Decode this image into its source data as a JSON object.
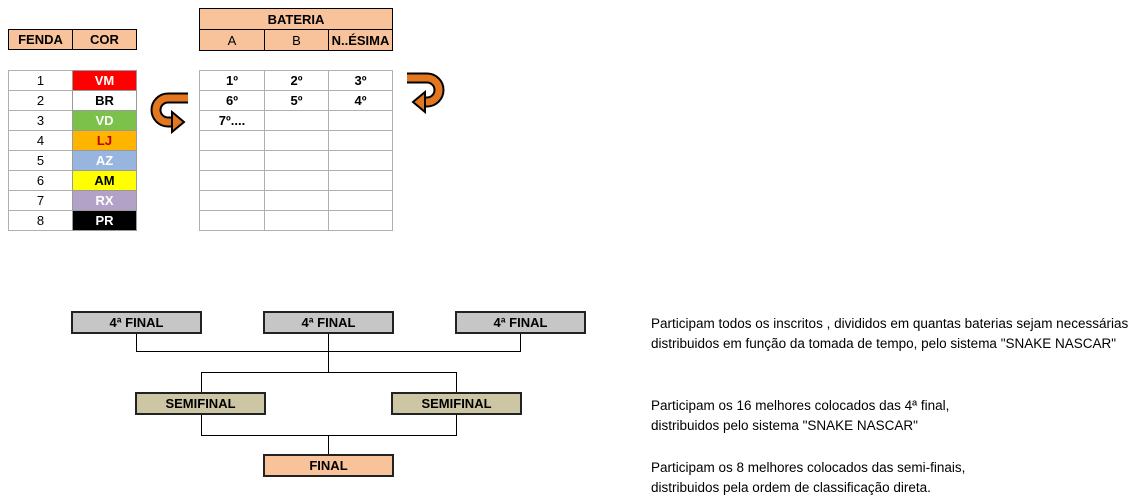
{
  "left_table": {
    "headers": [
      "FENDA",
      "COR"
    ],
    "rows": [
      {
        "fenda": "1",
        "cor": "VM",
        "bg": "#ff0000",
        "fg": "#ffffff"
      },
      {
        "fenda": "2",
        "cor": "BR",
        "bg": "#ffffff",
        "fg": "#000000"
      },
      {
        "fenda": "3",
        "cor": "VD",
        "bg": "#7cc24a",
        "fg": "#ffffff"
      },
      {
        "fenda": "4",
        "cor": "LJ",
        "bg": "#ffb400",
        "fg": "#c00000"
      },
      {
        "fenda": "5",
        "cor": "AZ",
        "bg": "#98b5e0",
        "fg": "#ffffff"
      },
      {
        "fenda": "6",
        "cor": "AM",
        "bg": "#ffff00",
        "fg": "#000000"
      },
      {
        "fenda": "7",
        "cor": "RX",
        "bg": "#b3a2c7",
        "fg": "#ffffff"
      },
      {
        "fenda": "8",
        "cor": "PR",
        "bg": "#000000",
        "fg": "#ffffff"
      }
    ]
  },
  "bateria_table": {
    "title": "BATERIA",
    "headers": [
      "A",
      "B",
      "N..ÉSIMA"
    ],
    "rows": [
      [
        "1º",
        "2º",
        "3º"
      ],
      [
        "6º",
        "5º",
        "4º"
      ],
      [
        "7º....",
        "",
        ""
      ],
      [
        "",
        "",
        ""
      ],
      [
        "",
        "",
        ""
      ],
      [
        "",
        "",
        ""
      ],
      [
        "",
        "",
        ""
      ],
      [
        "",
        "",
        ""
      ]
    ]
  },
  "arrows": {
    "color": "#e2771f",
    "left_icon": "u-turn-left-icon",
    "right_icon": "u-turn-right-icon"
  },
  "bracket": {
    "quarter_finals": [
      "4ª FINAL",
      "4ª FINAL",
      "4ª FINAL"
    ],
    "semifinals": [
      "SEMIFINAL",
      "SEMIFINAL"
    ],
    "final": "FINAL"
  },
  "descriptions": {
    "quarter_line1": "Participam todos os inscritos , divididos em quantas baterias sejam necessárias",
    "quarter_line2": "distribuidos em função da tomada de tempo, pelo sistema \"SNAKE NASCAR\"",
    "semi_line1": "Participam os 16 melhores colocados das 4ª final,",
    "semi_line2": "distribuidos pelo sistema \"SNAKE NASCAR\"",
    "final_line1": "Participam os 8 melhores colocados das semi-finais,",
    "final_line2": "distribuidos pela ordem de classificação direta."
  }
}
